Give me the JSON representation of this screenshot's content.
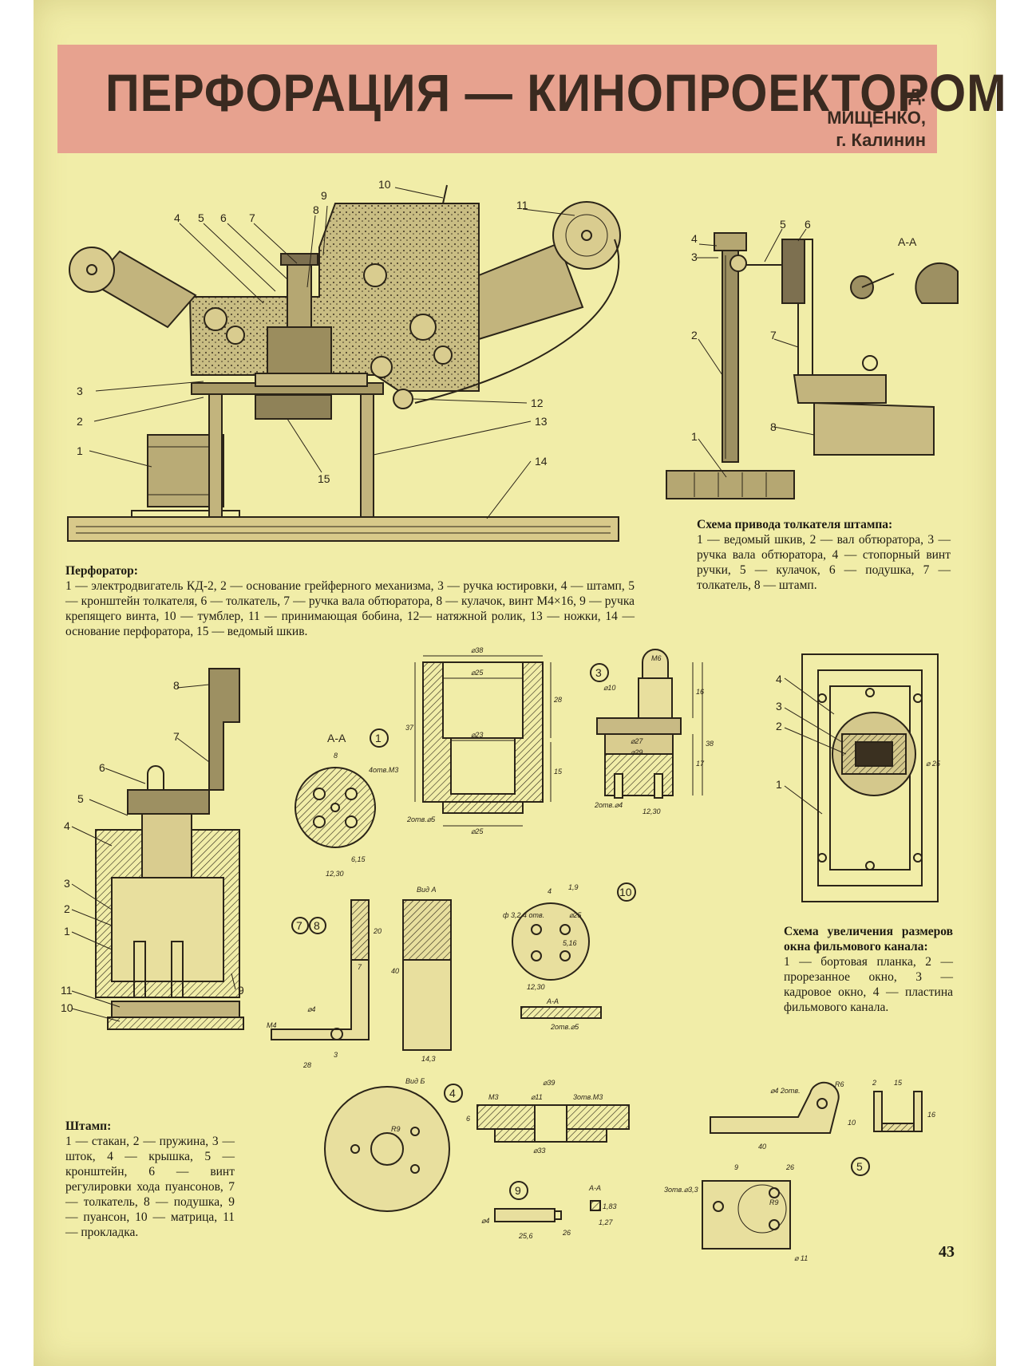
{
  "header": {
    "title": "ПЕРФОРАЦИЯ — КИНОПРОЕКТОРОМ",
    "author_line1": "Д. МИЩЕНКО,",
    "author_line2": "г. Калинин"
  },
  "captions": {
    "perforator": {
      "heading": "Перфоратор:",
      "text": "1 — электродвигатель КД-2, 2 — основание грейферного механизма, 3 — ручка юстировки, 4 — штамп, 5 — кронштейн толкателя, 6 — толкатель, 7 — ручка вала обтюратора, 8 — кулачок, винт М4×16, 9 — ручка крепящего винта, 10 — тумблер, 11 — принимающая бобина, 12— натяжной ролик, 13 — ножки, 14 — основание перфоратора, 15 — ведомый шкив."
    },
    "drive": {
      "heading": "Схема привода толкателя штампа:",
      "text": "1 — ведомый шкив, 2 — вал обтюратора, 3 — ручка вала обтюратора, 4 — стопорный винт ручки, 5 — кулачок, 6 — подушка, 7 — толкатель, 8 — штамп."
    },
    "window": {
      "heading": "Схема увеличения размеров окна фильмового канала:",
      "text": "1 — бортовая планка, 2 — прорезанное окно, 3 — кадровое окно, 4 — пластина фильмового канала."
    },
    "stamp": {
      "heading": "Штамп:",
      "text": "1 — стакан, 2 — пружина, 3 — шток, 4 — крышка, 5 — кронштейн, 6 — винт регулировки хода пуансонов, 7 — толкатель, 8 — подушка, 9 — пуансон, 10 — матрица, 11 — прокладка."
    }
  },
  "drawing_labels": {
    "main": [
      "1",
      "2",
      "3",
      "4",
      "5",
      "6",
      "7",
      "8",
      "9",
      "10",
      "11",
      "12",
      "13",
      "14",
      "15"
    ],
    "drive": [
      "1",
      "2",
      "3",
      "4",
      "5",
      "6",
      "7",
      "8"
    ],
    "section_aa": "А-А",
    "view_a": "Вид А",
    "view_b": "Вид Б",
    "window": [
      "1",
      "2",
      "3",
      "4"
    ],
    "stamp": [
      "1",
      "2",
      "3",
      "4",
      "5",
      "6",
      "7",
      "8",
      "9",
      "10",
      "11"
    ],
    "part_numbers": [
      "1",
      "3",
      "4",
      "5",
      "7",
      "8",
      "9",
      "10"
    ]
  },
  "dimensions": {
    "d38": "⌀38",
    "d25": "⌀25",
    "d23": "⌀23",
    "d25b": "⌀25",
    "h37": "37",
    "h28": "28",
    "h15": "15",
    "holes": "2отв.⌀5",
    "p3_m6": "М6",
    "p3_d10": "⌀10",
    "p3_d27": "⌀27",
    "p3_d29": "⌀29",
    "p3_16": "16",
    "p3_38": "38",
    "p3_17": "17",
    "p3_1230": "12,30",
    "p3_holes": "2отв.⌀4",
    "p1_4m3": "4отв.М3",
    "p1_8": "8",
    "p1_615": "6,15",
    "p1_1230": "12,30",
    "p7_m4": "М4",
    "p7_d4": "⌀4",
    "p7_28": "28",
    "p7_3": "3",
    "p7_20": "20",
    "p7_40": "40",
    "p7_7": "7",
    "p7_143": "14,3",
    "p10_d32": "ф 3,2 4 отв.",
    "p10_4": "4",
    "p10_19": "1,9",
    "p10_d25": "⌀25",
    "p10_516": "5,16",
    "p10_1230": "12,30",
    "p10_holes": "2отв.⌀5",
    "p4_d39": "⌀39",
    "p4_m3": "М3",
    "p4_d11": "⌀11",
    "p4_3m3": "3отв.М3",
    "p4_d33": "⌀33",
    "p4_6": "6",
    "p4_r9": "R9",
    "p9_d4": "⌀4",
    "p9_256": "25,6",
    "p9_26": "26",
    "p9_183": "1,83",
    "p9_127": "1,27",
    "p5_d4": "⌀4 2отв.",
    "p5_r6": "R6",
    "p5_40": "40",
    "p5_10": "10",
    "p5_2": "2",
    "p5_15": "15",
    "p5_16": "16",
    "p5_9": "9",
    "p5_26": "26",
    "p5_3m33": "3отв.⌀3,3",
    "p5_r9": "R9",
    "p5_d11": "⌀ 11",
    "win_d25": "⌀ 25"
  },
  "page_number": "43"
}
